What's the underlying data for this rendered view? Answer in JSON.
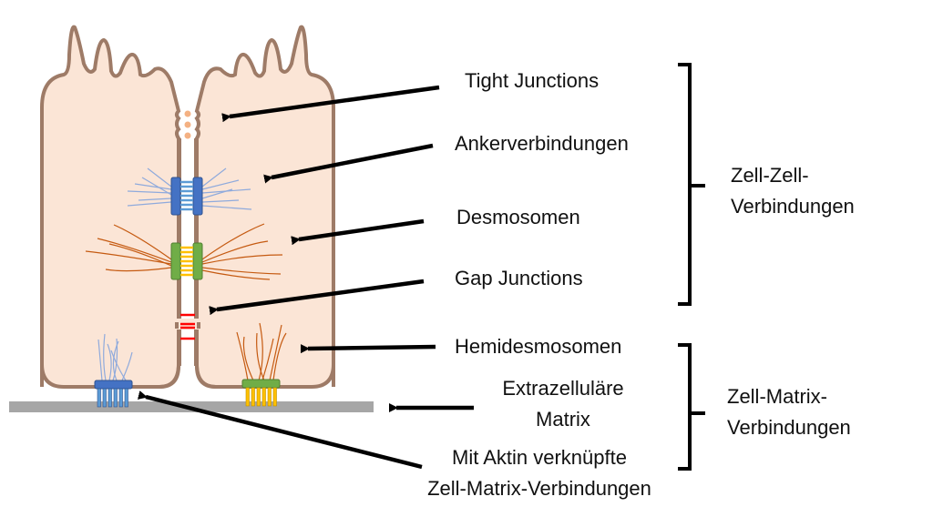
{
  "title": "Zellverbindungen",
  "colors": {
    "cell_fill": "#fbe5d6",
    "cell_outline": "#9e7b67",
    "matrix": "#a6a6a6",
    "anchor_plaque": "#4472c4",
    "anchor_filaments": "#8faadc",
    "desmosome_plaque": "#70ad47",
    "desmosome_linkers": "#ffc000",
    "desmosome_filaments": "#c55a11",
    "gap_junction": "#ff0000",
    "tight_junction": "#f4b183",
    "arrow": "#000000"
  },
  "labels": {
    "tight_junctions": "Tight Junctions",
    "anchor_junctions": "Ankerverbindungen",
    "desmosomes": "Desmosomen",
    "gap_junctions": "Gap Junctions",
    "hemidesmosomes": "Hemidesmosomen",
    "ecm_line1": "Extrazelluläre",
    "ecm_line2": "Matrix",
    "actin_line1": "Mit Aktin verknüpfte",
    "actin_line2": "Zell-Matrix-Verbindungen"
  },
  "groups": {
    "cell_cell_line1": "Zell-Zell-",
    "cell_cell_line2": "Verbindungen",
    "cell_matrix_line1": "Zell-Matrix-",
    "cell_matrix_line2": "Verbindungen"
  }
}
